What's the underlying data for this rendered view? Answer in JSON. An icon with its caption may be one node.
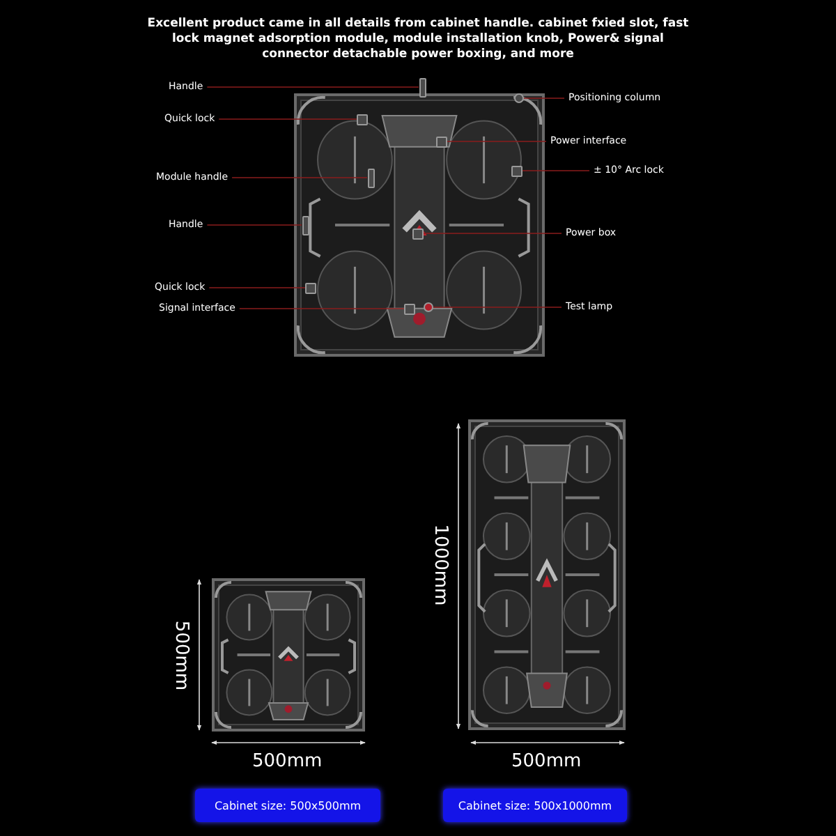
{
  "diagram": {
    "title": "Excellent product came in all details from cabinet handle. cabinet fxied slot, fast lock magnet adsorption module, module installation knob, Power& signal connector detachable power boxing, and more",
    "nodes": [
      {
        "text": [
          "Handle"
        ]
      },
      {
        "text": [
          "Quick lock"
        ]
      },
      {
        "text": [
          "Module handle"
        ]
      },
      {
        "text": [
          "Handle"
        ]
      },
      {
        "text": [
          "Quick lock"
        ]
      },
      {
        "text": [
          "Signal interface"
        ]
      },
      {
        "text": [
          "Positioning column"
        ]
      },
      {
        "text": [
          "Power interface"
        ]
      },
      {
        "text": [
          "± 10° Arc lock"
        ]
      },
      {
        "text": [
          "Power box"
        ]
      },
      {
        "text": [
          "Test lamp"
        ]
      },
      {
        "text": [
          "Cabinet size: 500x500mm"
        ]
      },
      {
        "text": [
          "Cabinet size: 500x1000mm"
        ]
      },
      {
        "text": [],
        "shape": "bar"
      },
      {
        "text": [],
        "shape": "box"
      },
      {
        "text": [],
        "shape": "bar"
      },
      {
        "text": [],
        "shape": "bar"
      },
      {
        "text": [],
        "shape": "box"
      },
      {
        "text": [],
        "shape": "box"
      },
      {
        "text": [],
        "shape": "circle"
      },
      {
        "text": [],
        "shape": "box"
      },
      {
        "text": [],
        "shape": "box"
      },
      {
        "text": [],
        "shape": "box"
      },
      {
        "text": [],
        "shape": "circle"
      }
    ],
    "edges": [
      {
        "from": 0,
        "to": 13,
        "arrow": "none"
      },
      {
        "from": 1,
        "to": 14,
        "arrow": "none"
      },
      {
        "from": 2,
        "to": 15,
        "arrow": "none"
      },
      {
        "from": 3,
        "to": 16,
        "arrow": "none"
      },
      {
        "from": 4,
        "to": 17,
        "arrow": "none"
      },
      {
        "from": 5,
        "to": 18,
        "arrow": "none"
      },
      {
        "from": 6,
        "to": 19,
        "arrow": "none"
      },
      {
        "from": 7,
        "to": 20,
        "arrow": "none"
      },
      {
        "from": 8,
        "to": 21,
        "arrow": "none"
      },
      {
        "from": 9,
        "to": 22,
        "arrow": "none"
      },
      {
        "from": 10,
        "to": 23,
        "arrow": "none"
      }
    ],
    "labels": [
      "1000mm",
      "500mm",
      "500mm",
      "500mm"
    ]
  }
}
